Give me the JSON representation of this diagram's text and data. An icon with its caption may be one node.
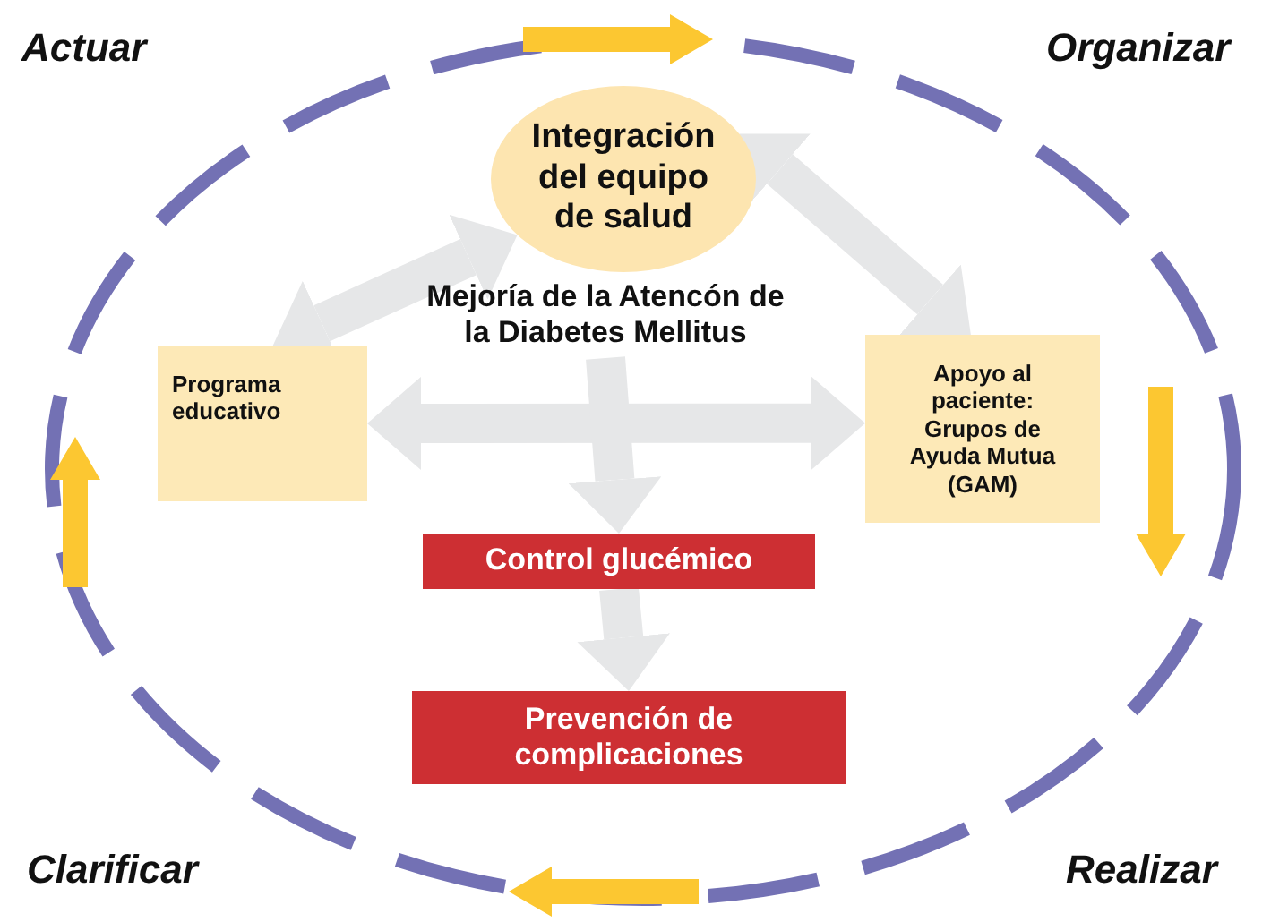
{
  "diagram": {
    "nodes": [
      {
        "text": [
          "Integración del equipo de salud"
        ]
      },
      {
        "text": [
          "Mejoría de la Atencón de la Diabetes Mellitus"
        ]
      },
      {
        "text": [
          "Programa educativo"
        ]
      },
      {
        "text": [
          "Apoyo al paciente: Grupos de Ayuda Mutua (GAM)"
        ]
      },
      {
        "text": [
          "Control glucémico"
        ]
      },
      {
        "text": [
          "Prevención de complicaciones"
        ]
      }
    ],
    "edges": [
      {
        "from": 0,
        "to": 2,
        "arrow": "both"
      },
      {
        "from": 0,
        "to": 3,
        "arrow": "both"
      },
      {
        "from": 2,
        "to": 3,
        "arrow": "both"
      },
      {
        "from": 1,
        "to": 4,
        "arrow": "to"
      },
      {
        "from": 4,
        "to": 5,
        "arrow": "to"
      }
    ],
    "labels": [
      "Actuar",
      "Organizar",
      "Clarificar",
      "Realizar"
    ]
  }
}
